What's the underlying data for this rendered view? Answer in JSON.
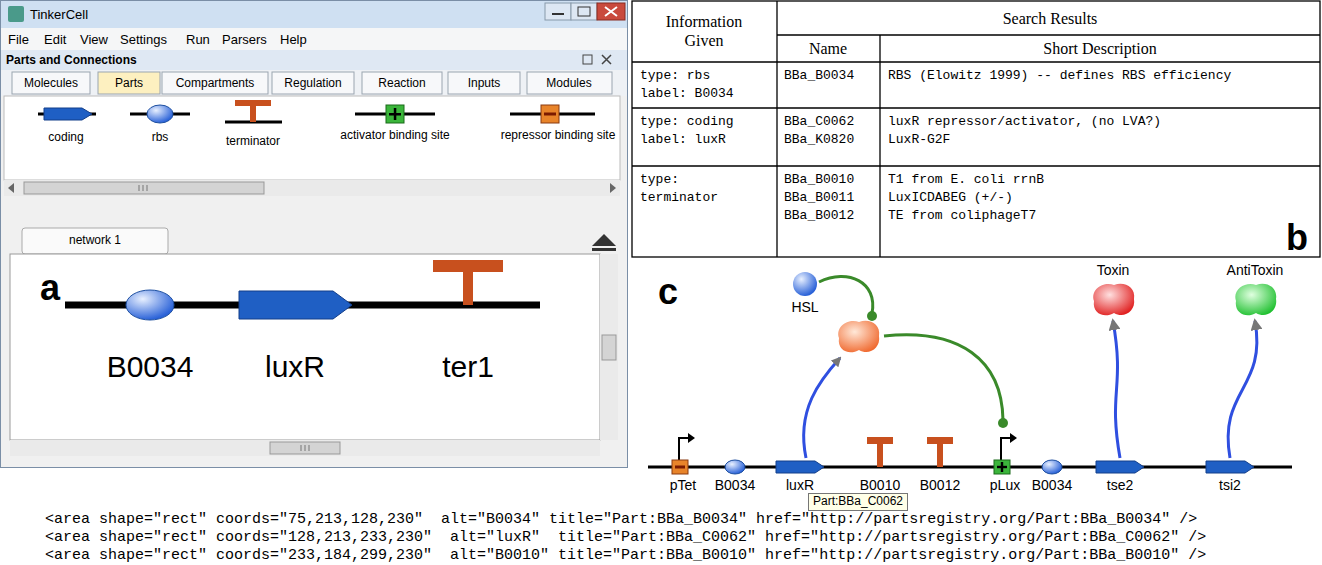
{
  "diagram": {
    "nodes": [
      {
        "text": [
          "B0034"
        ]
      },
      {
        "text": [
          "luxR"
        ]
      },
      {
        "text": [
          "ter1"
        ]
      },
      {
        "text": [
          "HSL"
        ]
      },
      {
        "text": [
          "Toxin"
        ]
      },
      {
        "text": [
          "AntiToxin"
        ]
      },
      {
        "text": [
          "pTet"
        ]
      },
      {
        "text": [
          "B0034"
        ]
      },
      {
        "text": [
          "luxR"
        ]
      },
      {
        "text": [
          "B0010"
        ]
      },
      {
        "text": [
          "B0012"
        ]
      },
      {
        "text": [
          "pLux"
        ]
      },
      {
        "text": [
          "B0034"
        ]
      },
      {
        "text": [
          "tse2"
        ]
      },
      {
        "text": [
          "tsi2"
        ]
      },
      {
        "text": [
          "Part:BBa_C0062"
        ]
      }
    ],
    "edges": [
      {
        "from": 13,
        "to": 4,
        "arrow": "to"
      },
      {
        "from": 14,
        "to": 5,
        "arrow": "to"
      }
    ],
    "labels": [
      "TinkerCell",
      "File",
      "Edit",
      "View",
      "Settings",
      "Run",
      "Parsers",
      "Help",
      "Parts and Connections",
      "Molecules",
      "Parts",
      "Compartments",
      "Regulation",
      "Reaction",
      "Inputs",
      "Modules",
      "coding",
      "rbs",
      "terminator",
      "activator binding site",
      "repressor binding site",
      "network 1",
      "a",
      "Information Given",
      "Search Results",
      "Name",
      "Short Description",
      "type: rbs label: B0034",
      "BBa_B0034",
      "RBS (Elowitz 1999) -- defines RBS efficiency",
      "type: coding label: luxR",
      "BBa_C0062",
      "luxR repressor/activator, (no LVA?)",
      "BBa_K0820",
      "LuxR-G2F",
      "type: terminator",
      "BBa_B0010",
      "T1 from E. coli rrnB",
      "BBa_B0011",
      "LuxICDABEG (+/-)",
      "BBa_B0012",
      "TE from coliphageT7",
      "b",
      "c",
      "<area shape=\"rect\" coords=\"75,213,128,230\"  alt=\"B0034\" title=\"Part:BBa_B0034\" href=\"http://partsregistry.org/Part:BBa_B0034\" />",
      "<area shape=\"rect\" coords=\"128,213,233,230\"  alt=\"luxR\"  title=\"Part:BBa_C0062\" href=\"http://partsregistry.org/Part:BBa_C0062\" />",
      "<area shape=\"rect\" coords=\"233,184,299,230\"  alt=\"B0010\" title=\"Part:BBa_B0010\" href=\"http://partsregistry.org/Part:BBa_B0010\" />"
    ]
  }
}
